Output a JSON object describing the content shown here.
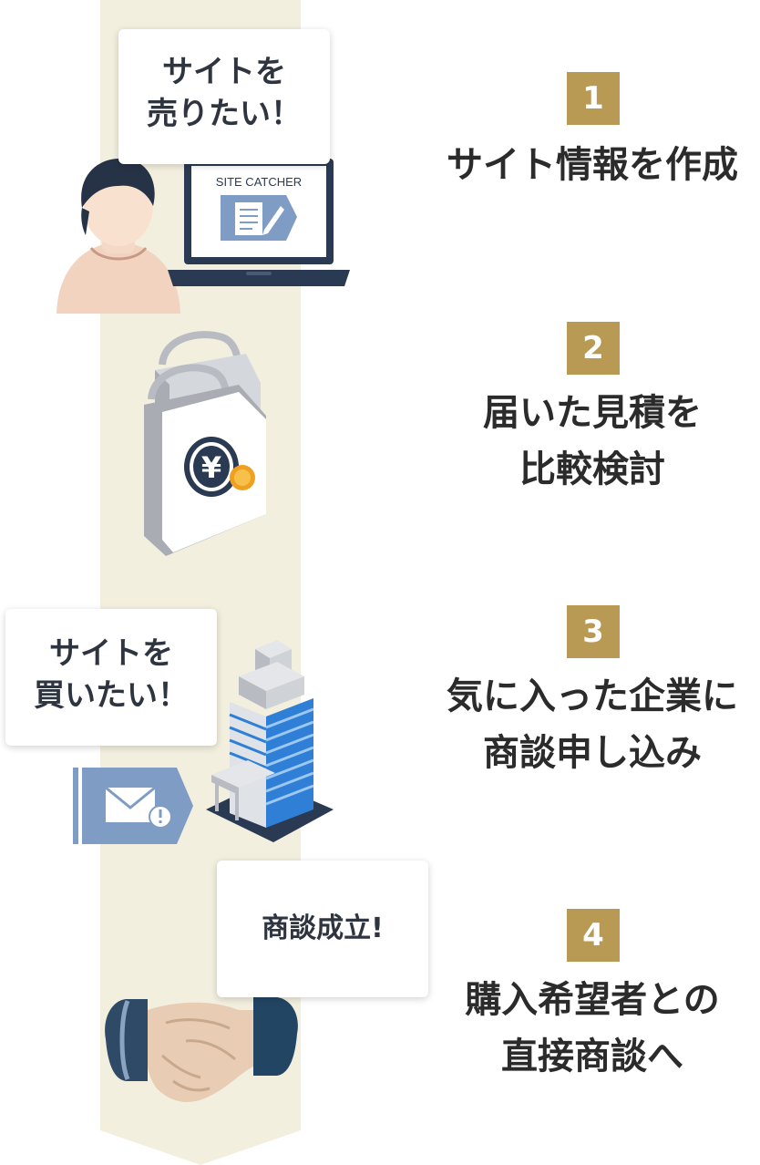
{
  "bubbles": {
    "seller": [
      "サイトを",
      "売りたい！"
    ],
    "buyer": [
      "サイトを",
      "買いたい！"
    ],
    "deal": "商談成立!"
  },
  "laptop_screen_label": "SITE CATCHER",
  "steps": [
    {
      "number": "1",
      "lines": [
        "サイト情報を作成"
      ]
    },
    {
      "number": "2",
      "lines": [
        "届いた見積を",
        "比較検討"
      ]
    },
    {
      "number": "3",
      "lines": [
        "気に入った企業に",
        "商談申し込み"
      ]
    },
    {
      "number": "4",
      "lines": [
        "購入希望者との",
        "直接商談へ"
      ]
    }
  ],
  "colors": {
    "band": "#f3efdf",
    "step_badge": "#b99a55",
    "dark_navy": "#2a3a52",
    "tag_blue": "#7f9cc4",
    "building_blue": "#2f7fd6",
    "coin_orange": "#f0a020",
    "skin": "#f4d9c6"
  },
  "icons": [
    "person-icon",
    "laptop-icon",
    "document-icon",
    "price-tag-icon",
    "yen-icon",
    "building-icon",
    "mail-alert-icon",
    "handshake-icon"
  ]
}
